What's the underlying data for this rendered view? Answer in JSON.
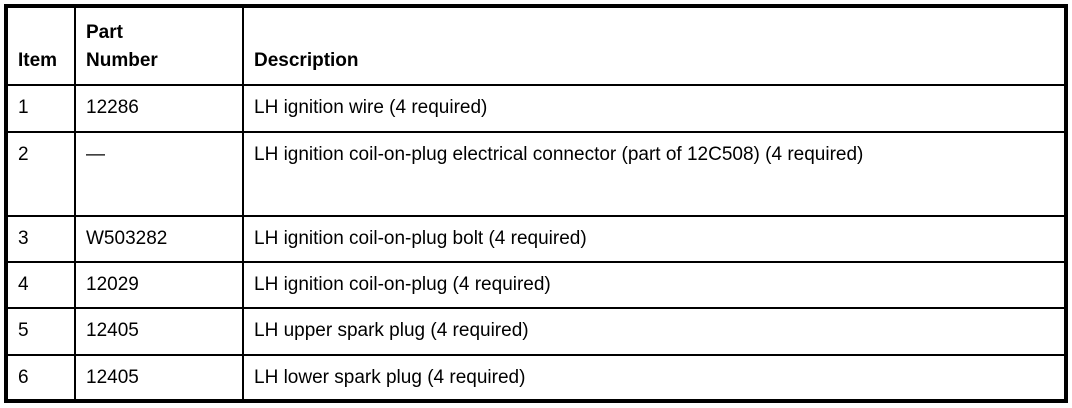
{
  "table": {
    "border_color": "#000000",
    "background_color": "#ffffff",
    "text_color": "#000000",
    "headers": {
      "item": "Item",
      "part_number": "Part Number",
      "description": "Description"
    },
    "rows": [
      {
        "item": "1",
        "part_number": "12286",
        "description": "LH ignition wire (4 required)"
      },
      {
        "item": "2",
        "part_number": "—",
        "description": "LH ignition coil-on-plug electrical connector (part of 12C508) (4 required)"
      },
      {
        "item": "3",
        "part_number": "W503282",
        "description": "LH ignition coil-on-plug bolt (4 required)"
      },
      {
        "item": "4",
        "part_number": "12029",
        "description": "LH ignition coil-on-plug (4 required)"
      },
      {
        "item": "5",
        "part_number": "12405",
        "description": "LH upper spark plug (4 required)"
      },
      {
        "item": "6",
        "part_number": "12405",
        "description": "LH lower spark plug (4 required)"
      }
    ]
  }
}
